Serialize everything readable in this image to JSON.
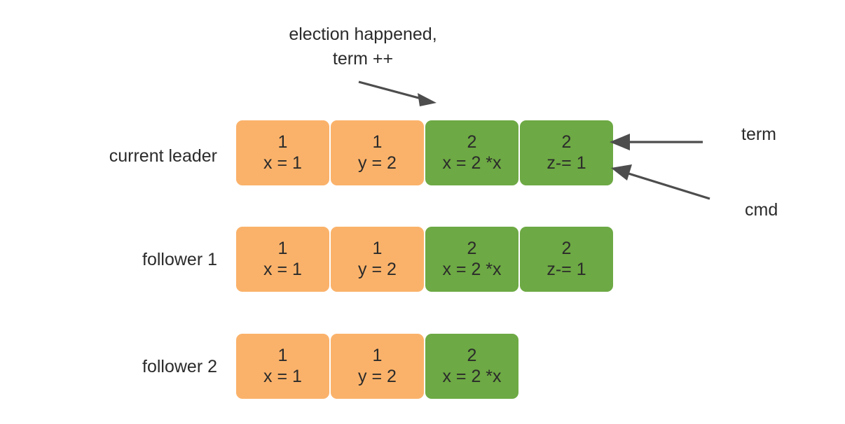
{
  "diagram": {
    "title_note": {
      "line1": "election happened,",
      "line2": "term ++"
    },
    "side_labels": {
      "term": "term",
      "cmd": "cmd"
    },
    "colors": {
      "term1_fill": "#fab26a",
      "term2_fill": "#6da944",
      "arrow": "#4d4d4d",
      "text": "#2b2b2b",
      "background": "#ffffff"
    },
    "rows": [
      {
        "label": "current leader",
        "cells": [
          {
            "term": "1",
            "cmd": "x = 1",
            "color_key": "term1"
          },
          {
            "term": "1",
            "cmd": "y = 2",
            "color_key": "term1"
          },
          {
            "term": "2",
            "cmd": "x = 2 *x",
            "color_key": "term2"
          },
          {
            "term": "2",
            "cmd": "z-= 1",
            "color_key": "term2"
          }
        ]
      },
      {
        "label": "follower 1",
        "cells": [
          {
            "term": "1",
            "cmd": "x = 1",
            "color_key": "term1"
          },
          {
            "term": "1",
            "cmd": "y = 2",
            "color_key": "term1"
          },
          {
            "term": "2",
            "cmd": "x = 2 *x",
            "color_key": "term2"
          },
          {
            "term": "2",
            "cmd": "z-= 1",
            "color_key": "term2"
          }
        ]
      },
      {
        "label": "follower 2",
        "cells": [
          {
            "term": "1",
            "cmd": "x = 1",
            "color_key": "term1"
          },
          {
            "term": "1",
            "cmd": "y = 2",
            "color_key": "term1"
          },
          {
            "term": "2",
            "cmd": "x = 2 *x",
            "color_key": "term2"
          }
        ]
      }
    ]
  }
}
